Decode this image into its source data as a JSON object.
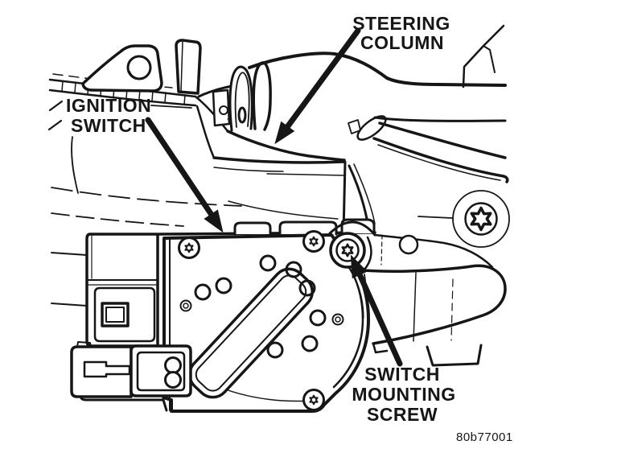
{
  "labels": {
    "steering_column": {
      "line1": "STEERING",
      "line2": "COLUMN"
    },
    "ignition_switch": {
      "line1": "IGNITION",
      "line2": "SWITCH"
    },
    "switch_mounting_screw": {
      "line1": "SWITCH",
      "line2": "MOUNTING",
      "line3": "SCREW"
    }
  },
  "figure_code": "80b77001",
  "colors": {
    "ink": "#161616",
    "paper": "#ffffff"
  }
}
